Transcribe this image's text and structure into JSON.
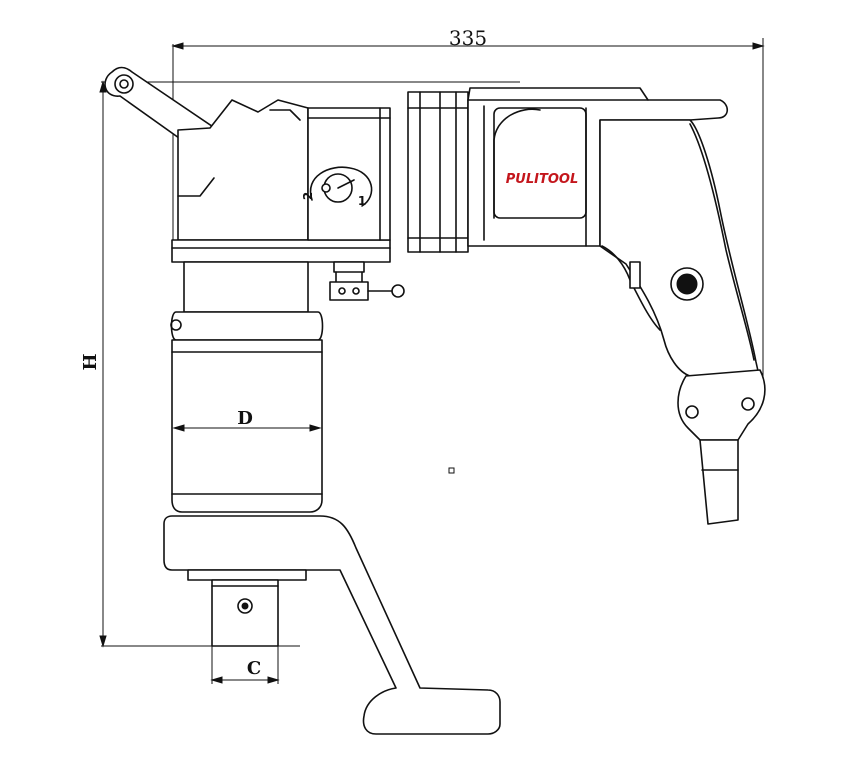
{
  "dimensions": {
    "width_value": "335",
    "height_label": "H",
    "diameter_label": "D",
    "square_drive_label": "C"
  },
  "tool": {
    "brand": "PULITOOL",
    "brand_color": "#c4161c",
    "selector_positions": [
      "1",
      "2"
    ]
  }
}
